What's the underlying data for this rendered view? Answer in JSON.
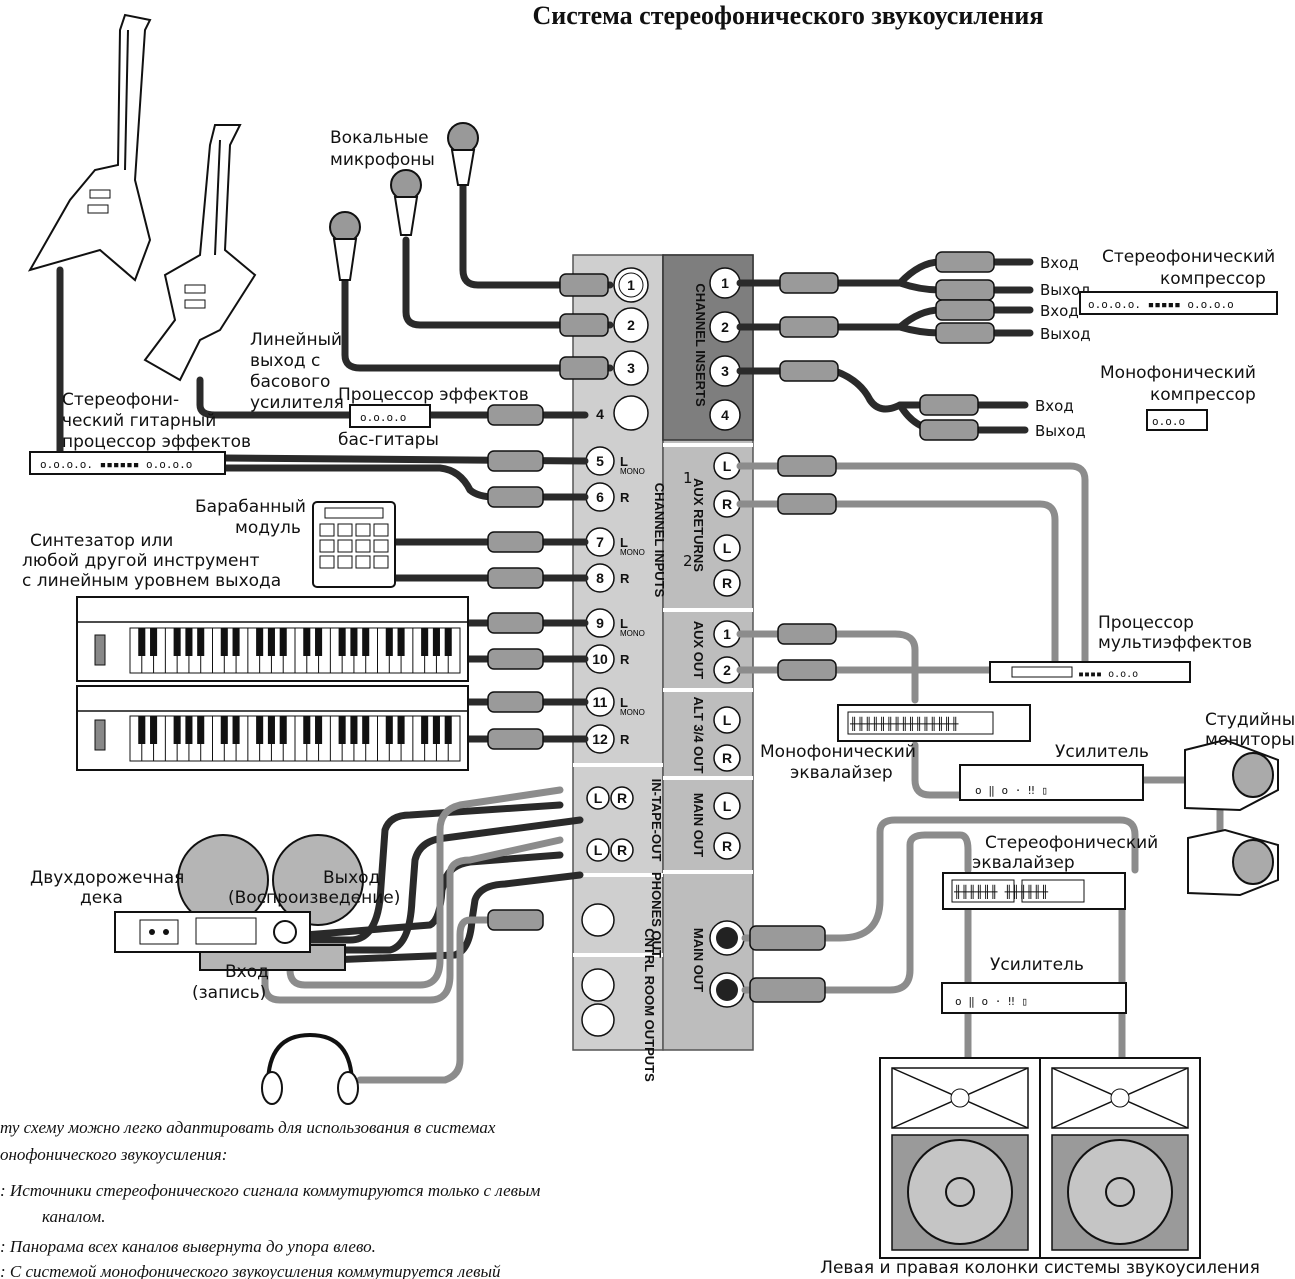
{
  "title": "Система стереофонического звукоусиления",
  "labels": {
    "vocal_mics": [
      "Вокальные",
      "микрофоны"
    ],
    "stereo_compressor": [
      "Стереофонический",
      "компрессор"
    ],
    "mono_compressor": [
      "Монофонический",
      "компрессор"
    ],
    "line_out_bass": [
      "Линейный",
      "выход с",
      "басового",
      "усилителя"
    ],
    "fx_processor_bass": [
      "Процессор эффектов",
      "бас-гитары"
    ],
    "stereo_guitar_fx": [
      "Стереофони-",
      "ческий гитарный",
      "процессор эффектов"
    ],
    "drum_module": [
      "Барабанный",
      "модуль"
    ],
    "synth": [
      "Синтезатор или",
      "любой другой инструмент",
      "с линейным уровнем выхода"
    ],
    "multi_fx": [
      "Процессор",
      "мультиэффектов"
    ],
    "mono_eq": [
      "Монофонический",
      "эквалайзер"
    ],
    "amp1": "Усилитель",
    "studio_monitors": [
      "Студийные",
      "мониторы"
    ],
    "stereo_eq": [
      "Стереофонический",
      "эквалайзер"
    ],
    "amp2": "Усилитель",
    "tape_deck": [
      "Двухдорожечная",
      "дека"
    ],
    "deck_out": [
      "Выход",
      "(Воспроизведение)"
    ],
    "deck_in": [
      "Вход",
      "(запись)"
    ],
    "speakers": "Левая и правая колонки системы звукоусиления",
    "in": "Вход",
    "out": "Выход"
  },
  "console": {
    "channel_inserts": "CHANNEL INSERTS",
    "channel_inputs": "CHANNEL INPUTS",
    "aux_returns": "AUX RETURNS",
    "aux_out": "AUX OUT",
    "alt_out": "ALT 3/4 OUT",
    "main_out_top": "MAIN OUT",
    "main_out_xlr": "MAIN OUT",
    "in_tape_out": "IN-TAPE-OUT",
    "phones_out": "PHONES OUT",
    "ctrl_room": "CNTRL ROOM OUTPUTS",
    "mono": "MONO",
    "input_numbers": [
      "1",
      "2",
      "3",
      "4",
      "5",
      "6",
      "7",
      "8",
      "9",
      "10",
      "11",
      "12"
    ],
    "insert_numbers": [
      "1",
      "2",
      "3",
      "4"
    ],
    "lr": [
      "L",
      "R"
    ],
    "aux_ret_groups": [
      "1",
      "2"
    ],
    "aux_out_numbers": [
      "1",
      "2"
    ]
  },
  "notes": [
    "ту схему можно легко адаптировать для использования в системах",
    "онофонического звукоусиления:",
    ": Источники стереофонического сигнала коммутируются только с левым",
    "каналом.",
    ": Панорама всех каналов вывернута до упора влево.",
    ": С системой монофонического звукоусиления коммутируется левый"
  ]
}
